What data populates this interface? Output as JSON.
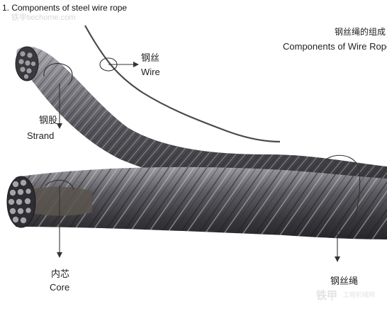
{
  "caption": "1. Components of steel wire rope",
  "watermarks": {
    "top": "铁甲tiechome.com",
    "bottom_main": "铁甲",
    "bottom_sub": "工程机械网"
  },
  "diagram": {
    "title_cn": "钢丝绳的组成",
    "title_en": "Components of Wire Rope",
    "labels": {
      "wire_cn": "钢丝",
      "wire_en": "Wire",
      "strand_cn": "钢股",
      "strand_en": "Strand",
      "core_cn": "内芯",
      "core_en": "Core",
      "rope_cn": "钢丝绳"
    }
  },
  "colors": {
    "steel_dark": "#2e2e30",
    "steel_mid": "#6b6b70",
    "steel_light": "#b4b4b8"
  }
}
